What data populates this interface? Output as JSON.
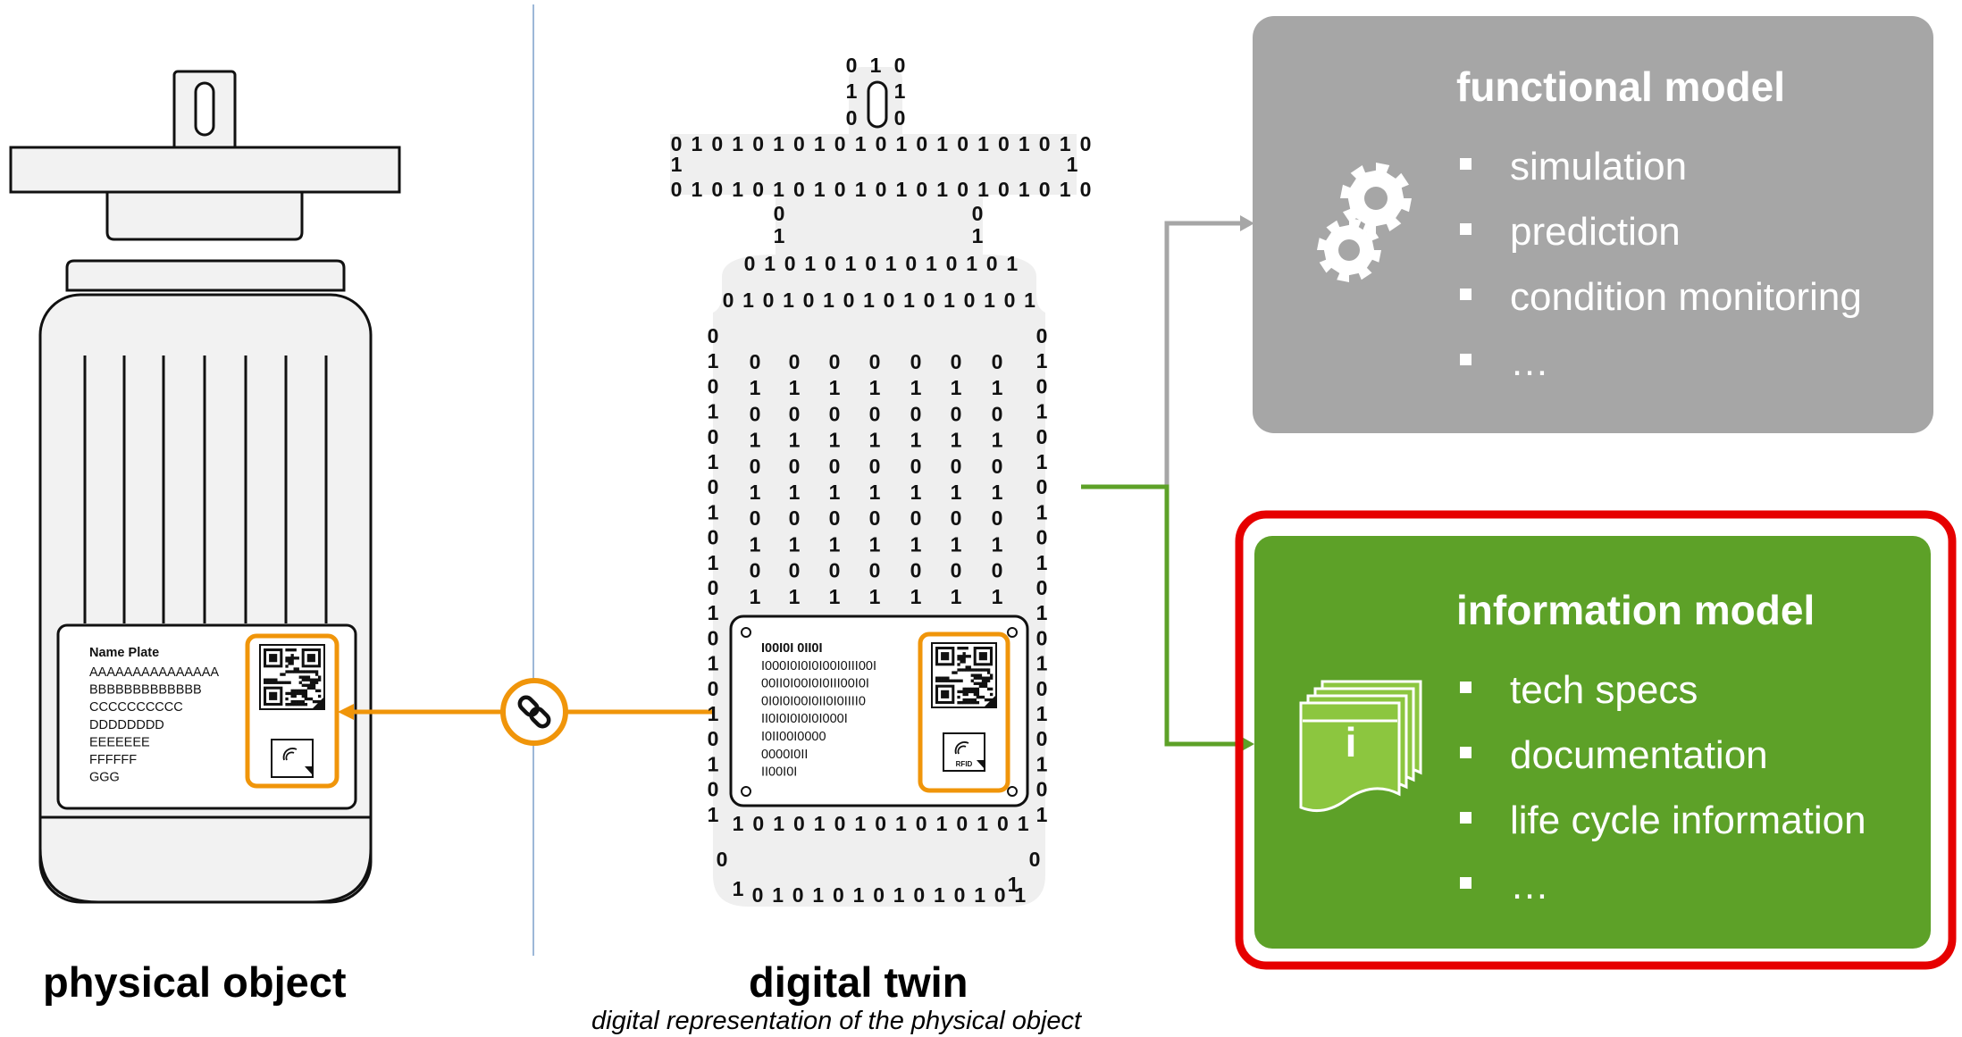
{
  "physical": {
    "caption": "physical object",
    "nameplate": {
      "title": "Name Plate",
      "lines": [
        "AAAAAAAAAAAAAAA",
        "BBBBBBBBBBBBB",
        "CCCCCCCCCC",
        "DDDDDDDD",
        "EEEEEEE",
        "FFFFFF",
        "GGG"
      ]
    }
  },
  "twin": {
    "caption": "digital twin",
    "subcaption": "digital representation of the physical object",
    "nameplate_lines": [
      "I00I0I 0II0I",
      "I000I0I0I0I00I0III00I",
      "00II0I00I0I0III00I0I",
      "0I0I0I00I0II0I0IIII0",
      "II0I0I0I0I0I000I",
      "I0II00I0000",
      "0000I0II",
      "II00I0I"
    ],
    "rfid_label": "RFID"
  },
  "functional_model": {
    "title": "functional model",
    "items": [
      "simulation",
      "prediction",
      "condition monitoring",
      "…"
    ]
  },
  "information_model": {
    "title": "information model",
    "items": [
      "tech specs",
      "documentation",
      "life cycle information",
      "…"
    ],
    "icon_letter": "i"
  },
  "colors": {
    "orange": "#F0950A",
    "gray_panel": "#A6A6A6",
    "green_panel": "#5DA128",
    "green_icon": "#8CC63F",
    "red_frame": "#E60000",
    "divider": "#9DB8D8"
  }
}
